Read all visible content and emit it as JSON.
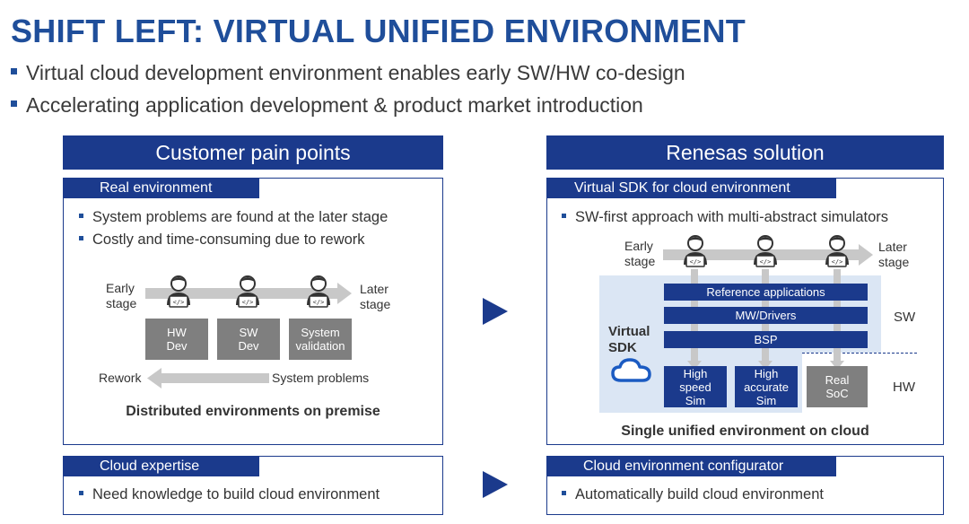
{
  "title": "SHIFT LEFT: VIRTUAL UNIFIED ENVIRONMENT",
  "bullets": [
    "Virtual cloud development environment enables early SW/HW co-design",
    "Accelerating application development & product market introduction"
  ],
  "left": {
    "header": "Customer pain points",
    "real_env": {
      "tag": "Real environment",
      "bullets": [
        "System problems are found at the later stage",
        "Costly and time-consuming due to rework"
      ],
      "early_stage": "Early\nstage",
      "later_stage": "Later\nstage",
      "boxes": [
        "HW\nDev",
        "SW\nDev",
        "System\nvalidation"
      ],
      "rework": "Rework",
      "system_problems": "System problems",
      "caption": "Distributed environments on premise"
    },
    "cloud": {
      "tag": "Cloud expertise",
      "bullet": "Need knowledge to build cloud environment"
    }
  },
  "right": {
    "header": "Renesas solution",
    "vsdk": {
      "tag": "Virtual SDK for cloud environment",
      "bullet": "SW-first approach with multi-abstract simulators",
      "early_stage": "Early\nstage",
      "later_stage": "Later\nstage",
      "virtual_sdk_label": "Virtual\nSDK",
      "layers": [
        "Reference applications",
        "MW/Drivers",
        "BSP"
      ],
      "sims": [
        "High\nspeed\nSim",
        "High\naccurate\nSim"
      ],
      "real_soc": "Real\nSoC",
      "sw_label": "SW",
      "hw_label": "HW",
      "caption": "Single unified environment on cloud"
    },
    "cloud": {
      "tag": "Cloud environment configurator",
      "bullet": "Automatically build cloud environment"
    }
  },
  "colors": {
    "title": "#1f4e9a",
    "navy": "#1b3a8c",
    "grey_box": "#7f7f7f",
    "light_blue": "#dbe6f4",
    "grey_arrow": "#c8c8c8"
  },
  "icons": [
    "developer-icon",
    "cloud-icon",
    "play-arrow-icon"
  ]
}
